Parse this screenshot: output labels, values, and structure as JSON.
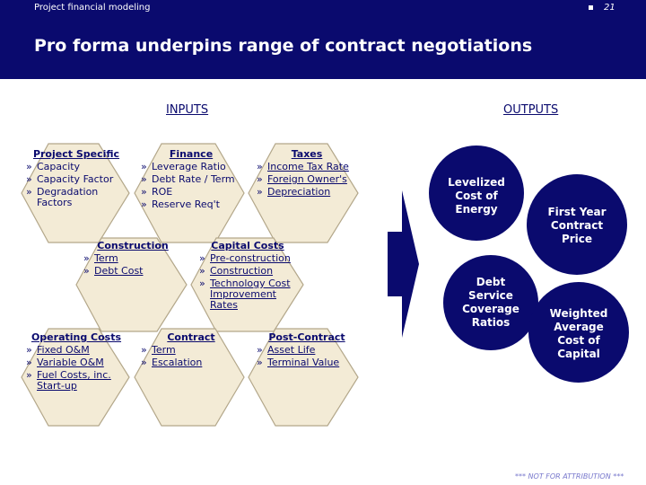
{
  "header": {
    "section_label": "Project financial modeling",
    "page_number": "21",
    "title": "Pro forma underpins range of contract negotiations"
  },
  "inputs_label": "INPUTS",
  "outputs_label": "OUTPUTS",
  "hexagons": {
    "project_specific": {
      "title": "Project Specific",
      "items": [
        "Capacity",
        "Capacity Factor",
        "Degradation Factors"
      ]
    },
    "finance": {
      "title": "Finance",
      "items": [
        "Leverage Ratio",
        "Debt Rate / Term",
        "ROE",
        "Reserve Req't"
      ]
    },
    "taxes": {
      "title": "Taxes",
      "items": [
        "Income Tax Rate",
        "Foreign Owner's",
        "Depreciation"
      ]
    },
    "construction": {
      "title": "Construction",
      "items": [
        "Term",
        "Debt Cost"
      ]
    },
    "capital_costs": {
      "title": "Capital Costs",
      "items": [
        "Pre-construction",
        "Construction",
        "Technology Cost Improvement Rates"
      ]
    },
    "operating_costs": {
      "title": "Operating Costs",
      "items": [
        "Fixed O&M",
        "Variable O&M",
        "Fuel Costs, inc. Start-up"
      ]
    },
    "contract": {
      "title": "Contract",
      "items": [
        "Term",
        "Escalation"
      ]
    },
    "post_contract": {
      "title": "Post-Contract",
      "items": [
        "Asset Life",
        "Terminal Value"
      ]
    }
  },
  "bullet_glyph": "»",
  "outputs": {
    "lcoe": "Levelized Cost of Energy",
    "first_year_price": "First Year Contract Price",
    "dscr": "Debt Service Coverage Ratios",
    "wacc": "Weighted Average Cost of Capital"
  },
  "footer": "*** NOT FOR ATTRIBUTION ***",
  "colors": {
    "navy": "#0a0a6e",
    "hex_fill": "#f3ebd6",
    "hex_stroke": "#b3a78a",
    "footer": "#7777cc"
  }
}
